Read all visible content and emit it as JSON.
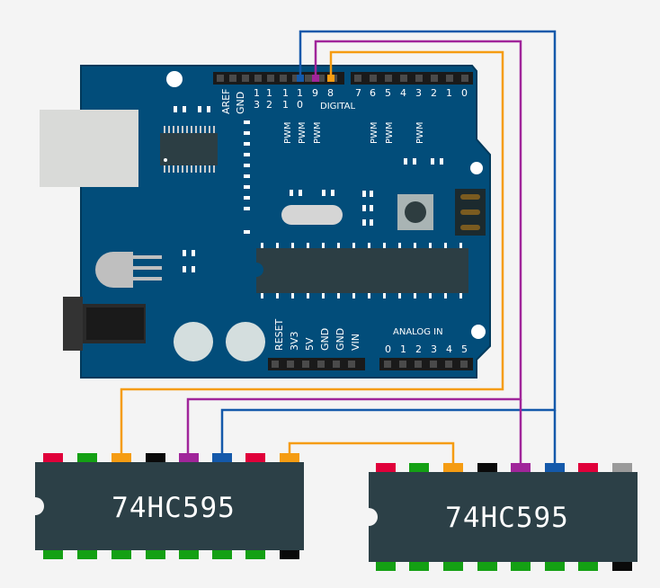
{
  "colors": {
    "background": "#f4f4f4",
    "board": "#024d7a",
    "board_border": "#01395b",
    "chip": "#2c4047",
    "wire_blue": "#1459aa",
    "wire_purple": "#a0259a",
    "wire_orange": "#f59c12",
    "pin_red": "#e0003a",
    "pin_green": "#14a014",
    "pin_black": "#0a0a0a",
    "pin_gray": "#9a9a9a"
  },
  "arduino": {
    "aref": "AREF",
    "gnd": "GND",
    "pin13_a": "1",
    "pin13_b": "3",
    "pin12_a": "1",
    "pin12_b": "2",
    "pin11_a": "1",
    "pin11_b": "1",
    "pin10_a": "1",
    "pin10_b": "0",
    "pin9": "9",
    "pin8": "8",
    "pin7": "7",
    "pin6": "6",
    "pin5": "5",
    "pin4": "4",
    "pin3": "3",
    "pin2": "2",
    "pin1": "1",
    "pin0": "0",
    "digital_label": "DIGITAL",
    "pwm": "PWM",
    "power_reset": "RESET",
    "power_3v3": "3V3",
    "power_5v": "5V",
    "power_gnd1": "GND",
    "power_gnd2": "GND",
    "power_vin": "VIN",
    "analog_label": "ANALOG IN",
    "a0": "0",
    "a1": "1",
    "a2": "2",
    "a3": "3",
    "a4": "4",
    "a5": "5"
  },
  "chips": [
    {
      "label": "74HC595"
    },
    {
      "label": "74HC595"
    }
  ]
}
